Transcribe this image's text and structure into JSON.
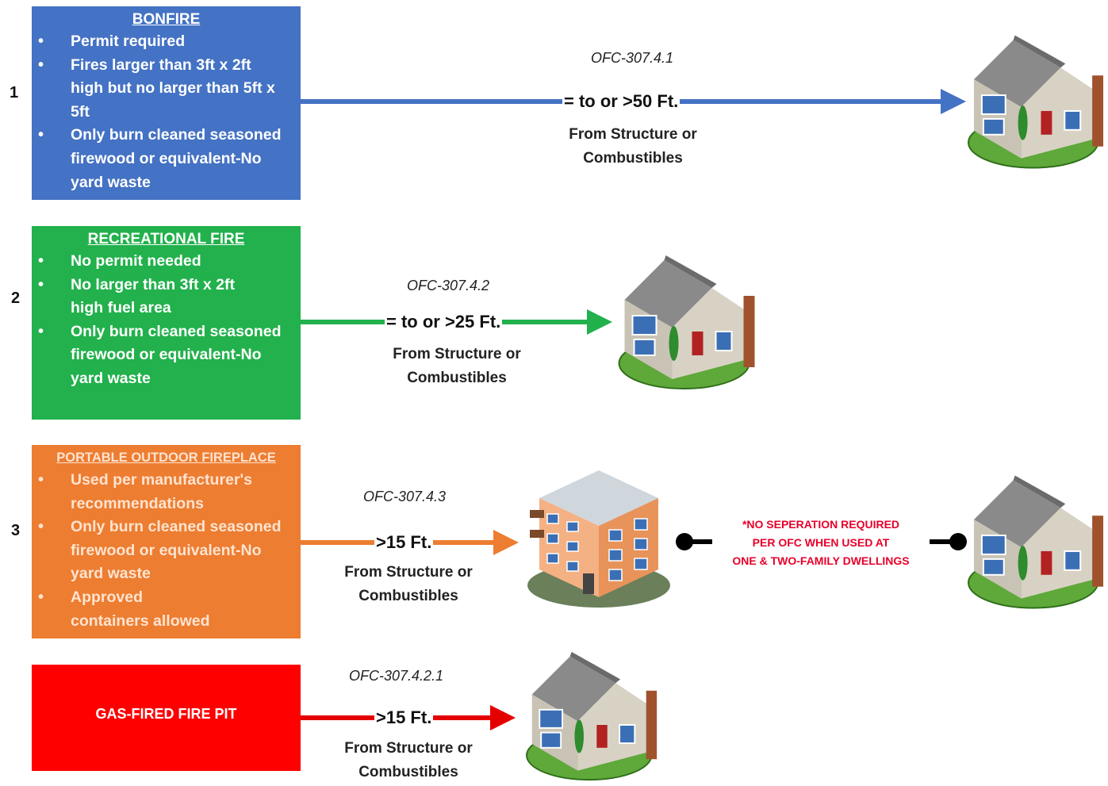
{
  "rows": [
    {
      "number": "1",
      "color": "#4472c4",
      "title": "BONFIRE",
      "items": [
        "Permit required",
        "Fires larger than 3ft x 2ft high but no larger than 5ft x 5ft",
        "Only burn cleaned seasoned firewood or equivalent-No yard waste"
      ],
      "code": "OFC-307.4.1",
      "distance": "= to or >50 Ft.",
      "from_line1": "From Structure or",
      "from_line2": "Combustibles"
    },
    {
      "number": "2",
      "color": "#22b14c",
      "title": "RECREATIONAL FIRE",
      "items": [
        "No permit needed",
        "No larger than 3ft x 2ft high fuel area",
        "Only burn cleaned seasoned firewood or equivalent-No yard waste"
      ],
      "code": "OFC-307.4.2",
      "distance": "= to or >25 Ft.",
      "from_line1": "From Structure or",
      "from_line2": "Combustibles"
    },
    {
      "number": "3",
      "color": "#ed7d31",
      "title": "PORTABLE OUTDOOR FIREPLACE",
      "items": [
        "Used per manufacturer's recommendations",
        "Only burn cleaned seasoned firewood or equivalent-No yard waste",
        "Approved containers allowed"
      ],
      "code": "OFC-307.4.3",
      "distance": ">15 Ft.",
      "from_line1": "From Structure or",
      "from_line2": "Combustibles"
    },
    {
      "number": "",
      "color": "#ff0000",
      "title": "GAS-FIRED FIRE PIT",
      "items": [],
      "code": "OFC-307.4.2.1",
      "distance": ">15 Ft.",
      "from_line1": "From Structure or",
      "from_line2": "Combustibles"
    }
  ],
  "note": {
    "line1": "*NO SEPERATION REQUIRED",
    "line2": "PER OFC WHEN USED AT",
    "line3": "ONE & TWO-FAMILY DWELLINGS",
    "color": "#e8002b"
  },
  "icons": {
    "house": "house-icon",
    "apartment": "apartment-building-icon"
  }
}
